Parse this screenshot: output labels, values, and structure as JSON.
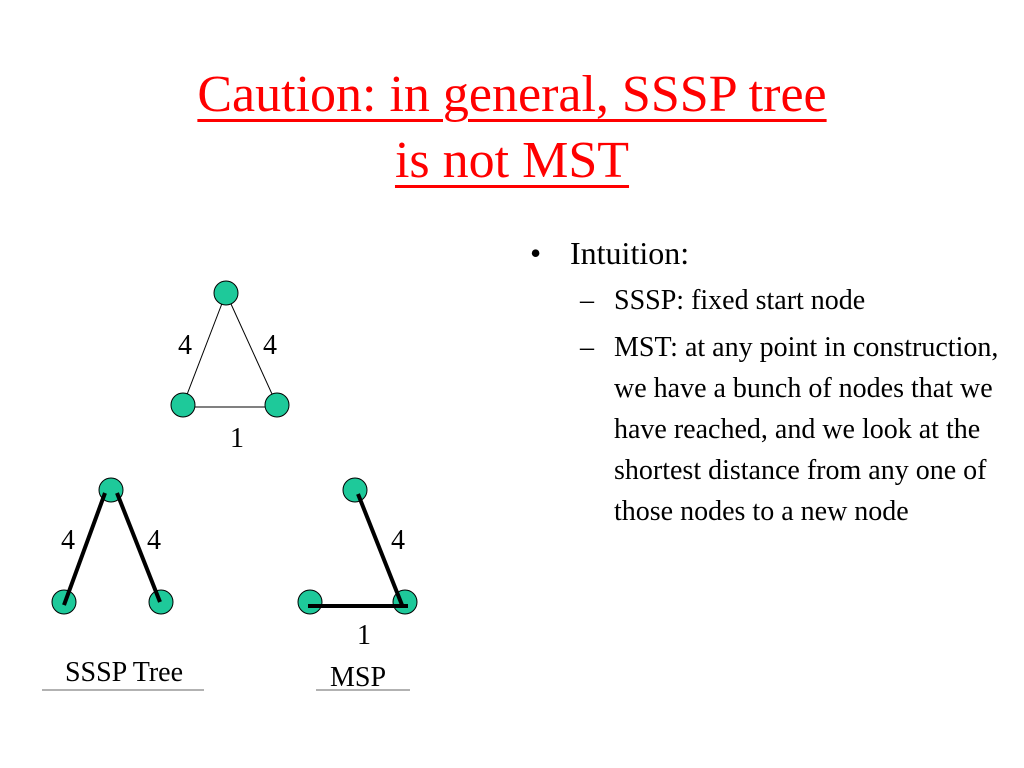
{
  "title": {
    "line1": "Caution: in general, SSSP tree",
    "line2": "is not MST"
  },
  "bullets": {
    "main": "Intuition:",
    "sub": [
      "SSSP: fixed start node",
      "MST: at any point in construction,  we have a bunch of nodes that we have reached, and we look at the shortest distance from any one of those nodes to a new node"
    ]
  },
  "graph": {
    "node_color": "#1ec99a",
    "weights": {
      "left": "4",
      "right": "4",
      "bottom": "1"
    }
  },
  "sssp_tree": {
    "weights": {
      "left": "4",
      "right": "4"
    },
    "caption": "SSSP Tree"
  },
  "msp": {
    "weights": {
      "right": "4",
      "bottom": "1"
    },
    "caption": "MSP"
  }
}
